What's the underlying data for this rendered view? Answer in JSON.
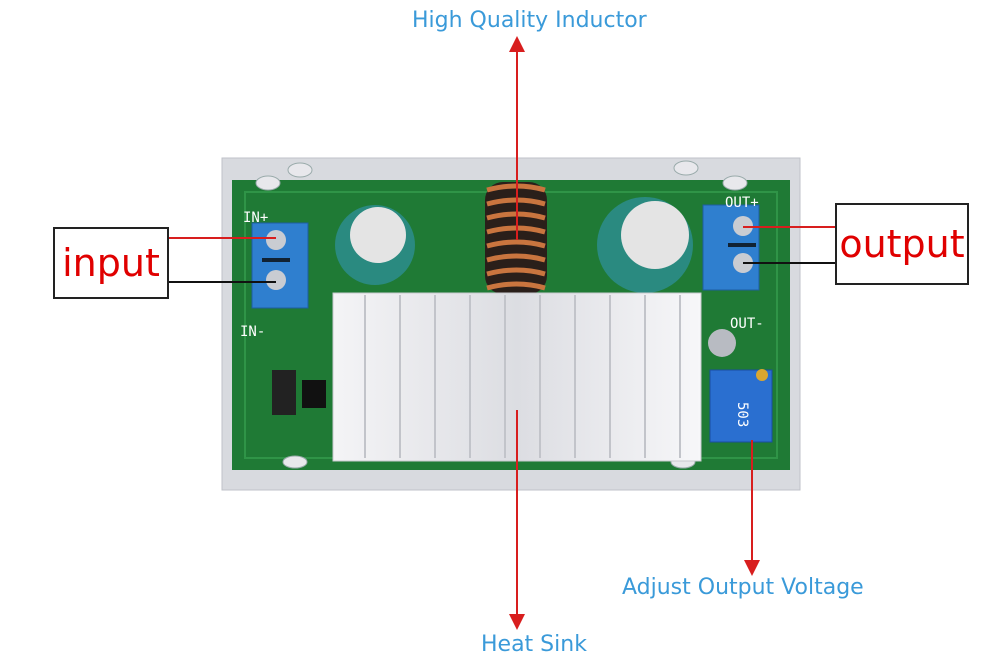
{
  "callouts": {
    "inductor": "High Quality Inductor",
    "heat_sink": "Heat Sink",
    "adjust": "Adjust Output Voltage",
    "input": "input",
    "output": "output"
  },
  "board": {
    "in_plus": "IN+",
    "in_minus": "IN-",
    "out_plus": "OUT+",
    "out_minus": "OUT-",
    "pot_code": "503"
  },
  "colors": {
    "callout_text": "#3a9ad9",
    "box_text": "#e00000",
    "arrow": "#d81e1e",
    "pcb": "#1f7a35"
  }
}
